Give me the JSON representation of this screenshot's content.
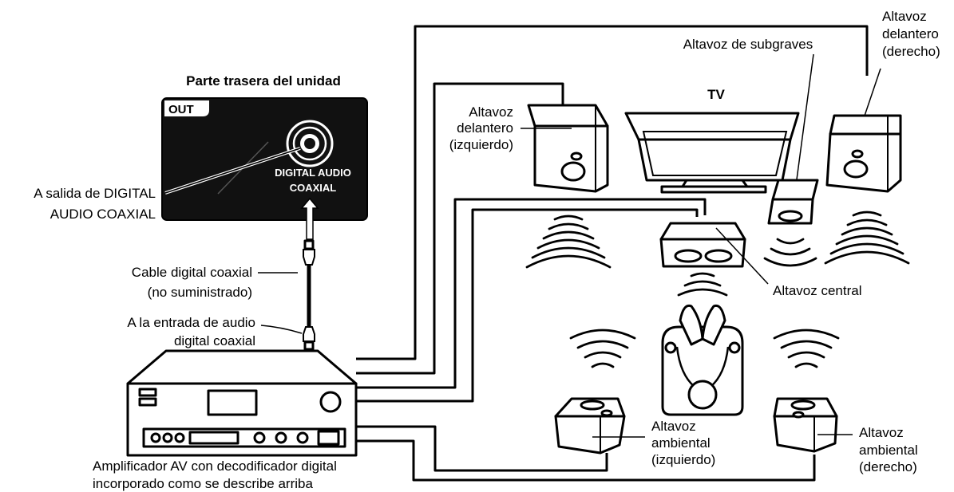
{
  "diagram": {
    "rear_title": "Parte trasera del unidad",
    "panel": {
      "out": "OUT",
      "jack_line1": "DIGITAL AUDIO",
      "jack_line2": "COAXIAL"
    },
    "labels": {
      "digital_out_l1": "A salida de DIGITAL",
      "digital_out_l2": "AUDIO COAXIAL",
      "cable_l1": "Cable digital coaxial",
      "cable_l2": "(no suministrado)",
      "input_l1": "A la entrada de audio",
      "input_l2": "digital coaxial",
      "amp_l1": "Amplificador AV con decodificador digital",
      "amp_l2": "incorporado como se describe arriba",
      "tv": "TV",
      "front_left_l1": "Altavoz",
      "front_left_l2": "delantero",
      "front_left_l3": "(izquierdo)",
      "front_right_l1": "Altavoz",
      "front_right_l2": "delantero",
      "front_right_l3": "(derecho)",
      "subwoofer": "Altavoz de subgraves",
      "center": "Altavoz central",
      "surround_left_l1": "Altavoz",
      "surround_left_l2": "ambiental",
      "surround_left_l3": "(izquierdo)",
      "surround_right_l1": "Altavoz",
      "surround_right_l2": "ambiental",
      "surround_right_l3": "(derecho)"
    }
  }
}
